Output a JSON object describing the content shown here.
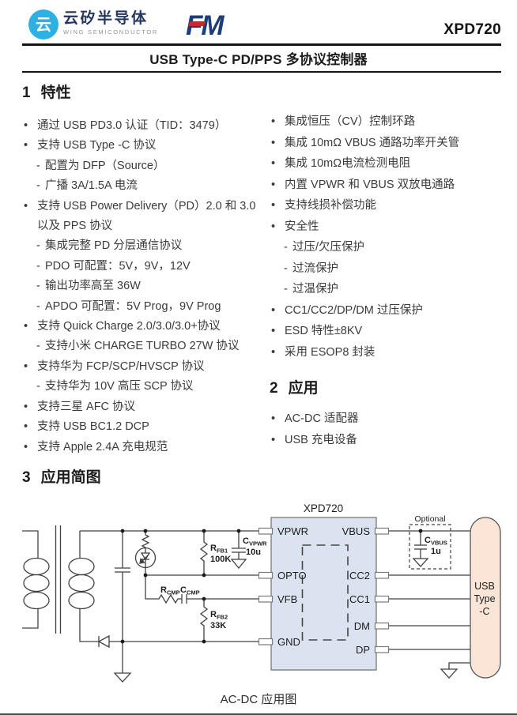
{
  "header": {
    "logo_mark": "云",
    "brand_cn": "云矽半导体",
    "brand_en": "WING SEMICONDUCTOR",
    "fm_logo": "FM",
    "part_number": "XPD720",
    "doc_title": "USB Type-C PD/PPS 多协议控制器"
  },
  "features": {
    "number": "1",
    "title": "特性",
    "left_items": [
      {
        "lv": 1,
        "m": "•",
        "t": "通过 USB PD3.0 认证（TID：3479）"
      },
      {
        "lv": 1,
        "m": "•",
        "t": "支持 USB Type -C 协议"
      },
      {
        "lv": 2,
        "m": "-",
        "t": "配置为 DFP（Source）"
      },
      {
        "lv": 2,
        "m": "-",
        "t": "广播 3A/1.5A 电流"
      },
      {
        "lv": 1,
        "m": "•",
        "t": "支持 USB Power Delivery（PD）2.0 和 3.0 以及 PPS 协议"
      },
      {
        "lv": 2,
        "m": "-",
        "t": "集成完整 PD 分层通信协议"
      },
      {
        "lv": 2,
        "m": "-",
        "t": "PDO 可配置：5V，9V，12V"
      },
      {
        "lv": 2,
        "m": "-",
        "t": "输出功率高至 36W"
      },
      {
        "lv": 2,
        "m": "-",
        "t": "APDO 可配置：5V Prog，9V Prog"
      },
      {
        "lv": 1,
        "m": "•",
        "t": "支持 Quick Charge 2.0/3.0/3.0+协议"
      },
      {
        "lv": 2,
        "m": "-",
        "t": "支持小米 CHARGE TURBO 27W 协议"
      },
      {
        "lv": 1,
        "m": "•",
        "t": "支持华为 FCP/SCP/HVSCP 协议"
      },
      {
        "lv": 2,
        "m": "-",
        "t": "支持华为 10V 高压 SCP 协议"
      },
      {
        "lv": 1,
        "m": "•",
        "t": "支持三星 AFC 协议"
      },
      {
        "lv": 1,
        "m": "•",
        "t": "支持 USB BC1.2 DCP"
      },
      {
        "lv": 1,
        "m": "•",
        "t": "支持 Apple 2.4A 充电规范"
      }
    ],
    "right_items": [
      {
        "lv": 1,
        "m": "•",
        "t": "集成恒压（CV）控制环路"
      },
      {
        "lv": 1,
        "m": "•",
        "t": "集成 10mΩ VBUS 通路功率开关管"
      },
      {
        "lv": 1,
        "m": "•",
        "t": "集成 10mΩ电流检测电阻"
      },
      {
        "lv": 1,
        "m": "•",
        "t": "内置 VPWR 和 VBUS 双放电通路"
      },
      {
        "lv": 1,
        "m": "•",
        "t": "支持线损补偿功能"
      },
      {
        "lv": 1,
        "m": "•",
        "t": "安全性"
      },
      {
        "lv": 2,
        "m": "-",
        "t": "过压/欠压保护"
      },
      {
        "lv": 2,
        "m": "-",
        "t": "过流保护"
      },
      {
        "lv": 2,
        "m": "-",
        "t": "过温保护"
      },
      {
        "lv": 1,
        "m": "•",
        "t": "CC1/CC2/DP/DM 过压保护"
      },
      {
        "lv": 1,
        "m": "•",
        "t": "ESD 特性±8KV"
      },
      {
        "lv": 1,
        "m": "•",
        "t": "采用 ESOP8 封装"
      }
    ]
  },
  "applications": {
    "number": "2",
    "title": "应用",
    "items": [
      {
        "lv": 1,
        "m": "•",
        "t": "AC-DC 适配器"
      },
      {
        "lv": 1,
        "m": "•",
        "t": "USB 充电设备"
      }
    ]
  },
  "diagram": {
    "number": "3",
    "title": "应用简图",
    "chip_name": "XPD720",
    "pins_left": [
      "VPWR",
      "OPTO",
      "VFB",
      "GND"
    ],
    "pins_right": [
      "VBUS",
      "CC2",
      "CC1",
      "DM",
      "DP"
    ],
    "optional_label": "Optional",
    "usb_label_lines": [
      "USB",
      "Type",
      "-C"
    ],
    "components": {
      "rfb1": {
        "name": "R",
        "sub": "FB1",
        "value": "100K"
      },
      "rfb2": {
        "name": "R",
        "sub": "FB2",
        "value": "33K"
      },
      "rcmp": {
        "name": "R",
        "sub": "CMP"
      },
      "ccmp": {
        "name": "C",
        "sub": "CMP"
      },
      "cvpwr": {
        "name": "C",
        "sub": "VPWR",
        "value": "10u"
      },
      "cvbus": {
        "name": "C",
        "sub": "VBUS",
        "value": "1u"
      }
    },
    "caption": "AC-DC 应用图"
  },
  "colors": {
    "brand_blue": "#2fb0e3",
    "brand_navy": "#24365e",
    "fm_navy": "#1e3c78",
    "fm_red": "#d1232a",
    "chip_fill": "#dbe3f1",
    "usb_fill": "#fbe5d6",
    "wire": "#414141"
  }
}
